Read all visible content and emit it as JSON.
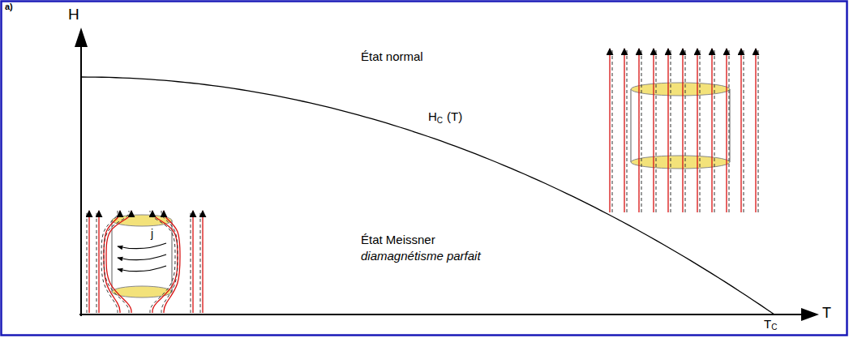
{
  "diagram": {
    "labels": [
      "a)",
      "H",
      "État normal",
      "H",
      "C",
      "(T)",
      "État Meissner",
      "diamagnétisme parfait",
      "j",
      "T",
      "T",
      "C"
    ]
  }
}
